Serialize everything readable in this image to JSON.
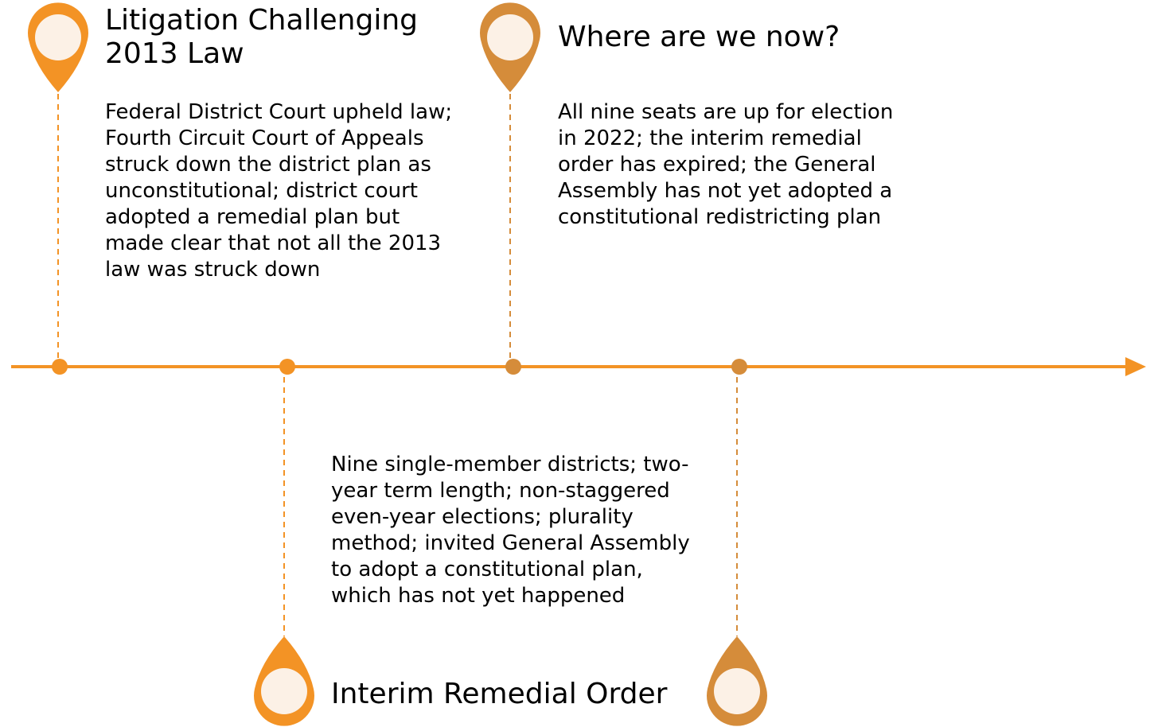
{
  "colors": {
    "primary": "#F39325",
    "secondary": "#D58C3A",
    "pin_fill": "#FCF1E6"
  },
  "milestones": [
    {
      "title_lines": [
        "Litigation Challenging",
        "2013 Law"
      ],
      "description": "Federal District Court upheld law; Fourth Circuit Court of Appeals struck down the district plan as unconstitutional; district court adopted a remedial plan but made clear that not all the 2013 law was struck down"
    },
    {
      "title_lines": [
        "Interim Remedial Order"
      ],
      "description": "Nine single-member districts; two-year term length; non-staggered even-year elections; plurality method; invited General Assembly to adopt a constitutional plan, which has not yet happened"
    },
    {
      "title_lines": [
        "Where are we now?"
      ],
      "description": "All nine seats are up for election in 2022; the interim remedial order has expired; the General Assembly has not yet adopted a constitutional redistricting plan"
    }
  ]
}
